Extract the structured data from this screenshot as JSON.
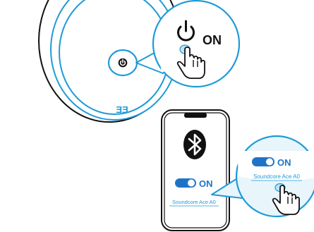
{
  "device": {
    "power_label": "ON",
    "led_glyph": "ƎƎ"
  },
  "phone": {
    "bluetooth_toggle_label": "ON",
    "device_name": "Soundcore Ace A0"
  },
  "zoom_bubble": {
    "bluetooth_toggle_label": "ON",
    "device_name": "Soundcore Ace A0"
  },
  "icons": {
    "power": "power-icon",
    "hand": "hand-pointer-icon",
    "bluetooth": "bluetooth-icon",
    "toggle": "toggle-switch-icon"
  },
  "colors": {
    "outline": "#111111",
    "cyan": "#1e9bd7",
    "bubble_fill": "#e8f5fb",
    "toggle_blue": "#1e73c8"
  }
}
